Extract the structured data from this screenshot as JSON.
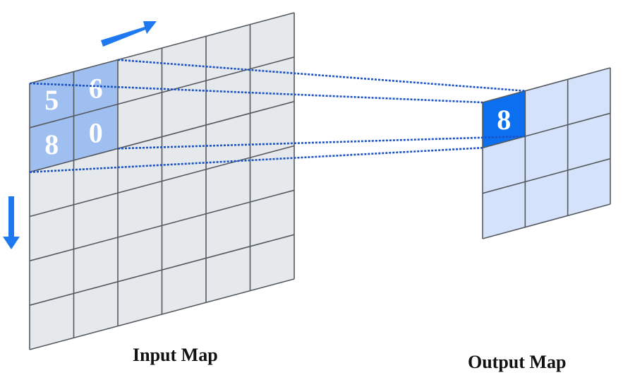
{
  "labels": {
    "input_map": "Input Map",
    "output_map": "Output Map"
  },
  "input_map": {
    "rows": 6,
    "cols": 6,
    "window_rows": 2,
    "window_cols": 2,
    "window_values": [
      [
        "5",
        "6"
      ],
      [
        "8",
        "0"
      ]
    ]
  },
  "output_map": {
    "rows": 3,
    "cols": 3,
    "highlight_value": "8"
  },
  "colors": {
    "grid_fill": "#e6e9ec",
    "grid_line": "#555a60",
    "window_fill": "#9fbff0",
    "output_fill": "#d4e3fb",
    "output_highlight": "#0b6ff0",
    "arrow": "#1e78f0",
    "connector": "#1a52c4",
    "cell_text": "#ffffff"
  }
}
